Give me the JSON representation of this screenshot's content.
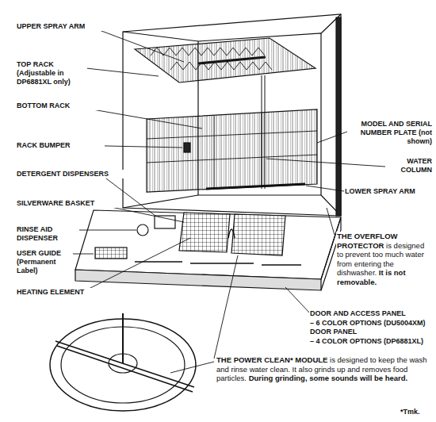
{
  "diagram": {
    "labels": [
      "UPPER SPRAY ARM",
      "TOP RACK (Adjustable in DP6881XL only)",
      "BOTTOM RACK",
      "RACK BUMPER",
      "DETERGENT DISPENSERS",
      "SILVERWARE BASKET",
      "RINSE AID DISPENSER",
      "USER GUIDE (Permanent Label)",
      "HEATING ELEMENT",
      "MODEL AND SERIAL NUMBER PLATE (not shown)",
      "WATER COLUMN",
      "LOWER SPRAY ARM",
      "THE OVERFLOW PROTECTOR",
      "is designed to prevent too much water from entering the dishwasher.",
      "It is not removable.",
      "DOOR AND ACCESS PANEL",
      "– 6 COLOR OPTIONS (DU5004XM)",
      "DOOR PANEL",
      "– 4 COLOR OPTIONS (DP6881XL)",
      "THE POWER CLEAN* MODULE",
      "is designed to keep the wash and rinse water clean. It also grinds up and removes food particles.",
      "During grinding, some sounds will be heard.",
      "*Tmk."
    ]
  }
}
